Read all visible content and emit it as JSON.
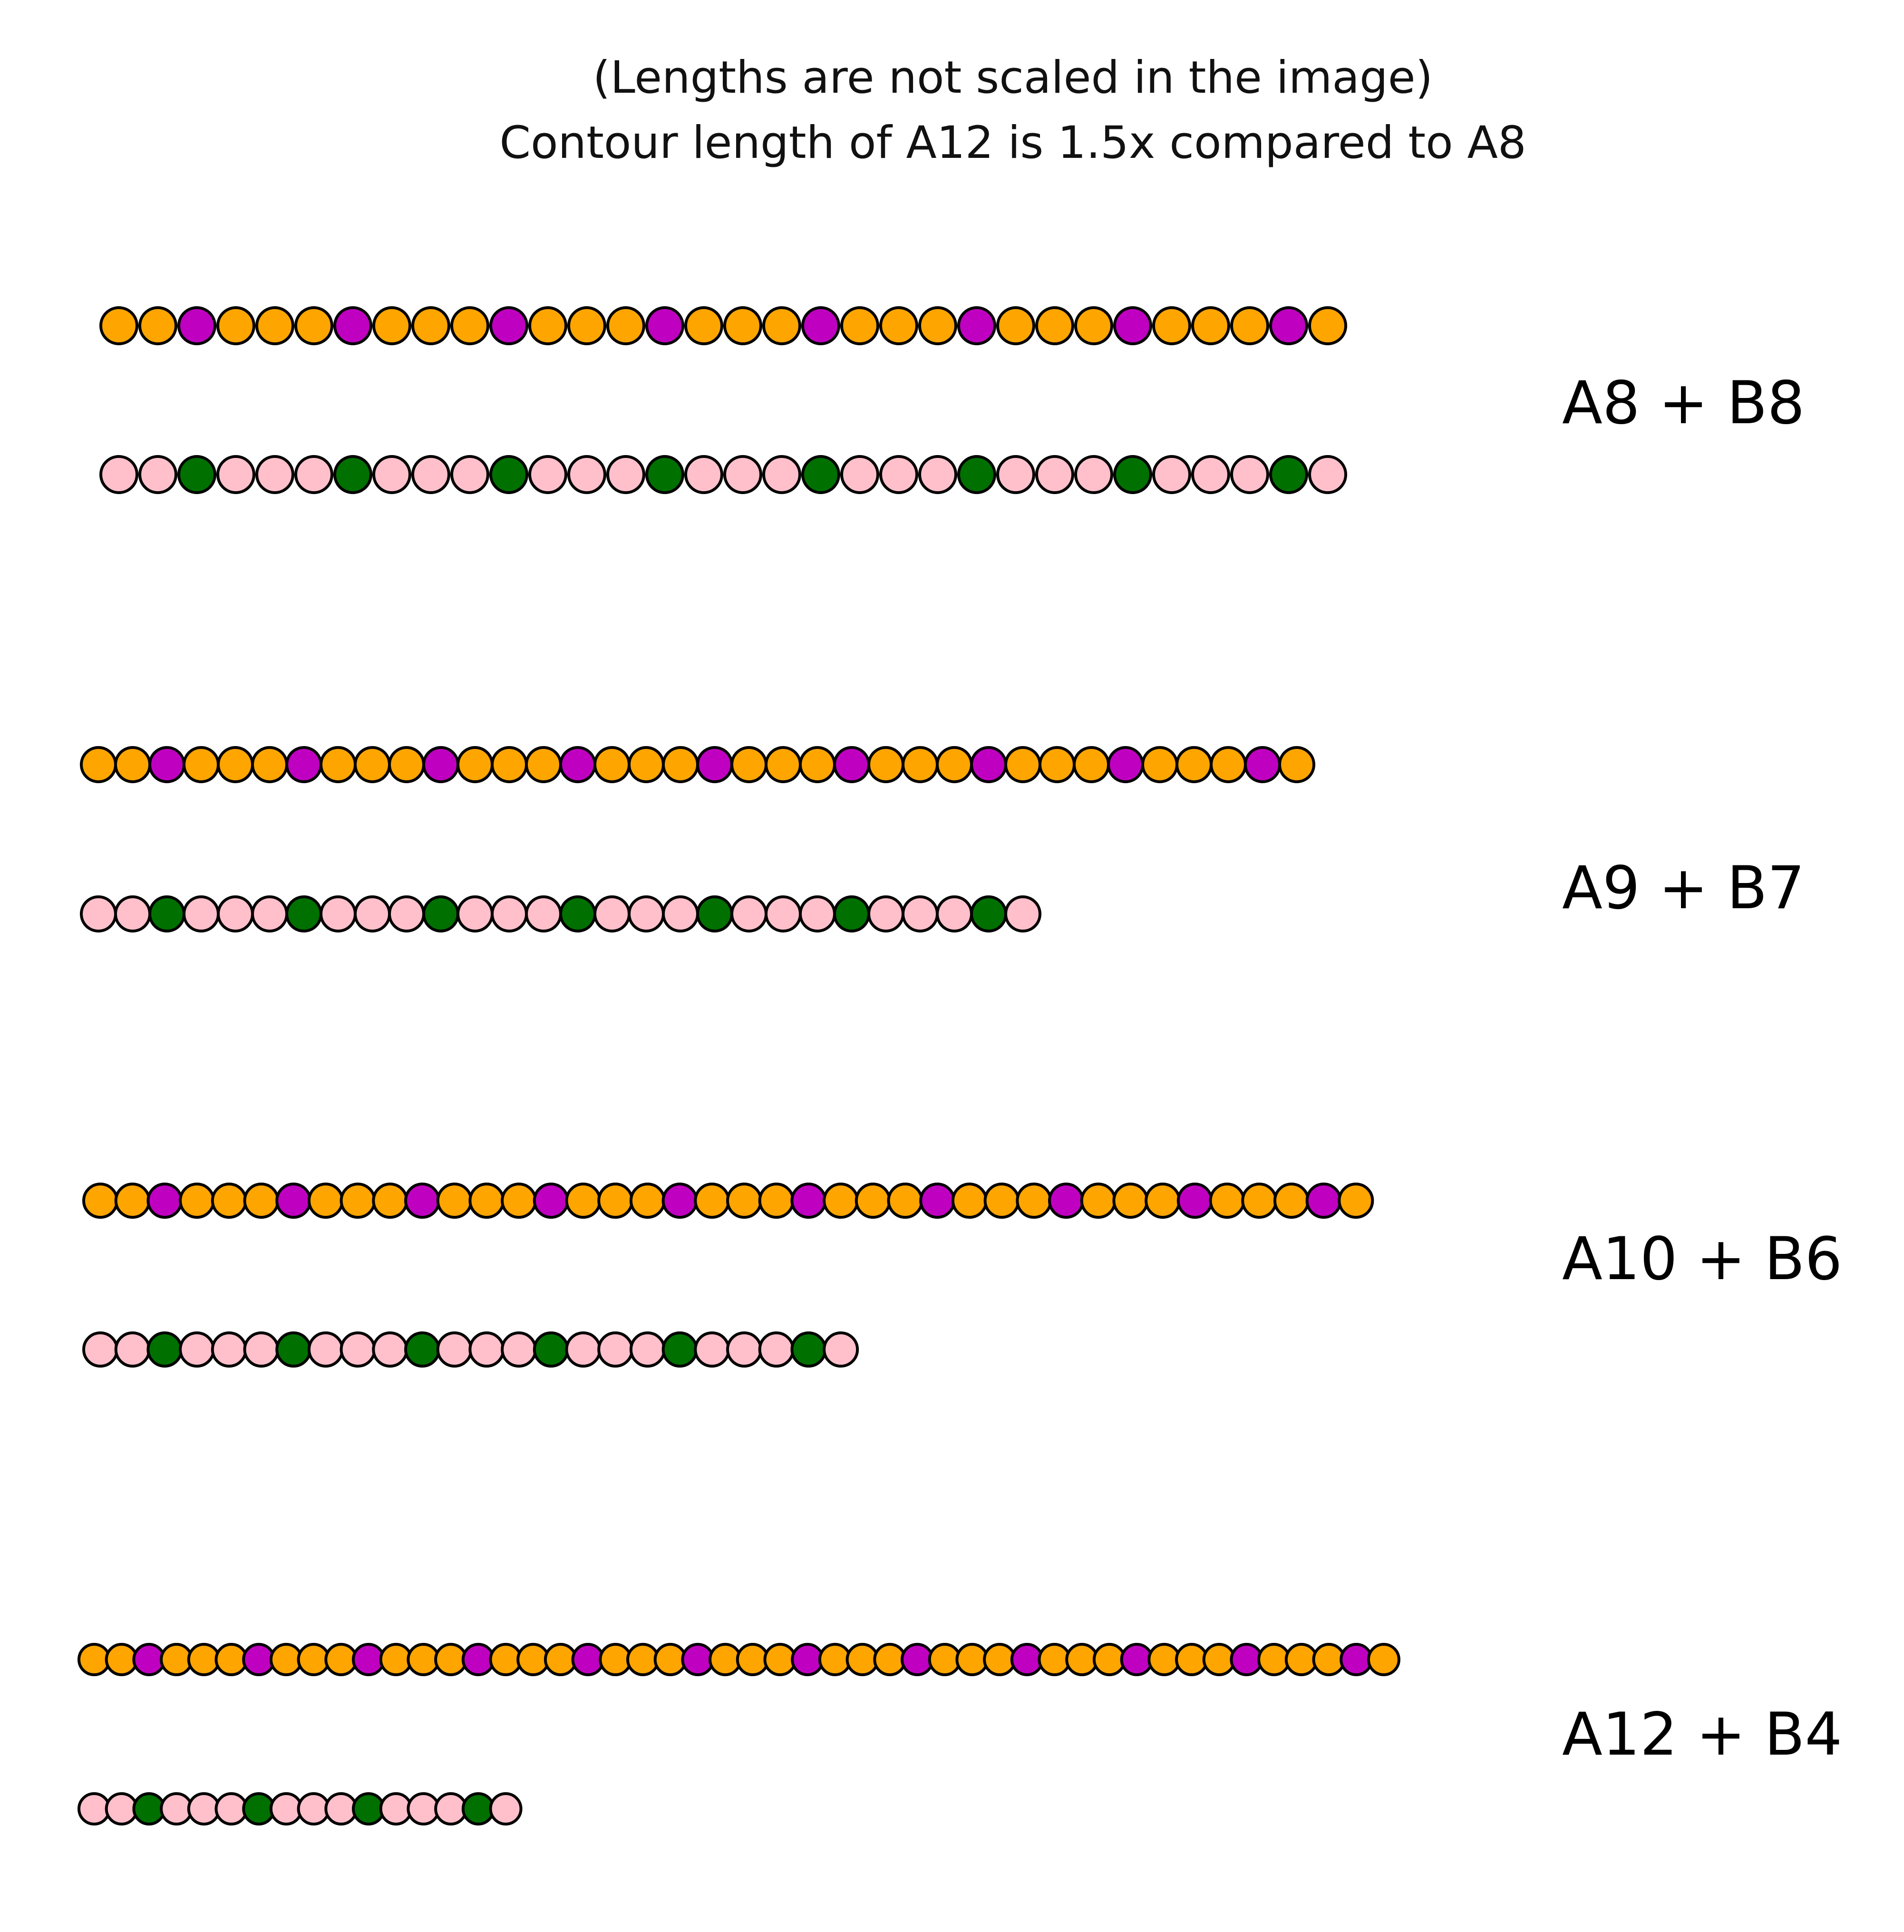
{
  "header": {
    "line1": "(Lengths are not scaled in the image)",
    "line2": "Contour length of A12 is 1.5x compared to A8"
  },
  "colors": {
    "a_bead": "#FFA500",
    "a_sticker": "#C000C0",
    "b_bead": "#FFC0CB",
    "b_sticker": "#007000",
    "outline": "#000000"
  },
  "systems": [
    {
      "label": "A8 + B8",
      "chains": [
        {
          "kind": "A",
          "beads": 32,
          "sticker_every": 4,
          "first_sticker": 3
        },
        {
          "kind": "B",
          "beads": 32,
          "sticker_every": 4,
          "first_sticker": 3
        }
      ]
    },
    {
      "label": "A9 + B7",
      "chains": [
        {
          "kind": "A",
          "beads": 36,
          "sticker_every": 4,
          "first_sticker": 3
        },
        {
          "kind": "B",
          "beads": 28,
          "sticker_every": 4,
          "first_sticker": 3
        }
      ]
    },
    {
      "label": "A10 + B6",
      "chains": [
        {
          "kind": "A",
          "beads": 40,
          "sticker_every": 4,
          "first_sticker": 3
        },
        {
          "kind": "B",
          "beads": 24,
          "sticker_every": 4,
          "first_sticker": 3
        }
      ]
    },
    {
      "label": "A12 + B4",
      "chains": [
        {
          "kind": "A",
          "beads": 48,
          "sticker_every": 4,
          "first_sticker": 3
        },
        {
          "kind": "B",
          "beads": 16,
          "sticker_every": 4,
          "first_sticker": 3
        }
      ]
    }
  ]
}
